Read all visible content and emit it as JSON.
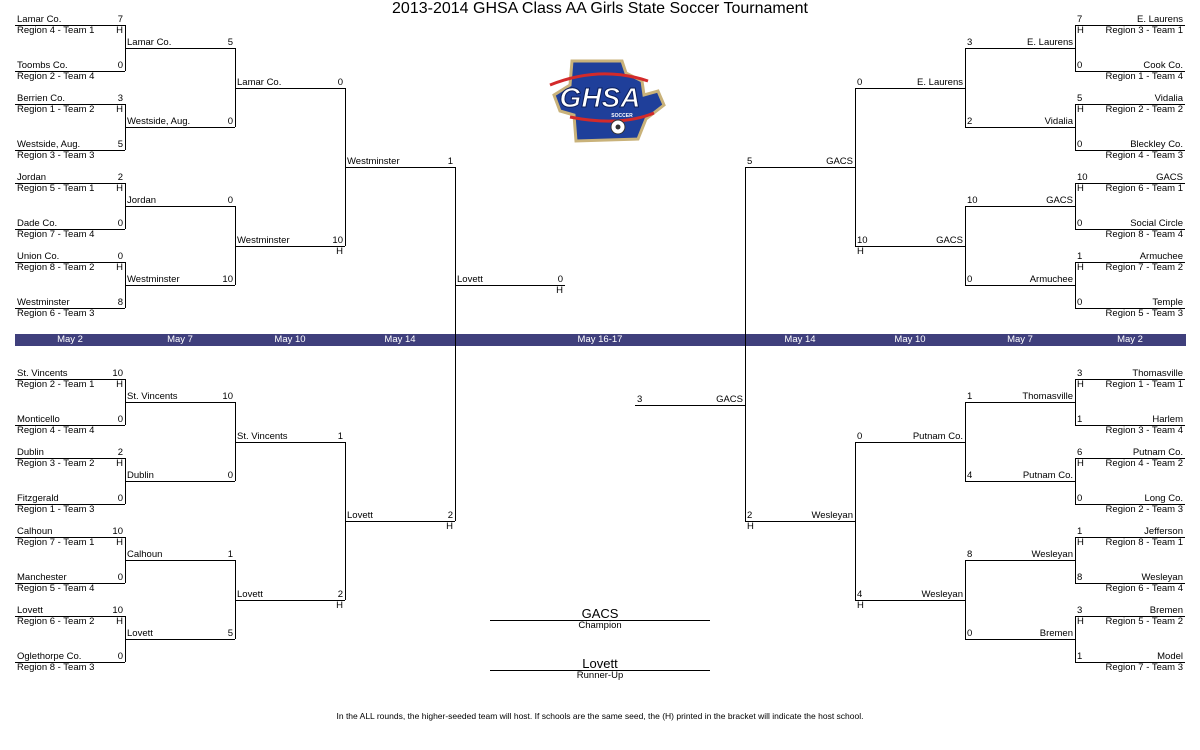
{
  "title": "2013-2014 GHSA Class AA Girls State Soccer Tournament",
  "host_marker": "H",
  "logo_text": "GHSA SOCCER",
  "colors": {
    "band": "#3f3f7c",
    "logo_blue": "#1f3f9a",
    "logo_red": "#d32a2a",
    "logo_gold": "#c9b27a"
  },
  "dates": [
    "May 2",
    "May 7",
    "May 10",
    "May 14",
    "May 16-17",
    "May 14",
    "May 10",
    "May 7",
    "May 2"
  ],
  "brackets": {
    "left_top": {
      "r1": [
        {
          "name": "Lamar Co.",
          "region": "Region 4 - Team 1",
          "score": "7",
          "host": true
        },
        {
          "name": "Toombs Co.",
          "region": "Region 2 - Team 4",
          "score": "0",
          "host": false
        },
        {
          "name": "Berrien Co.",
          "region": "Region 1 - Team 2",
          "score": "3",
          "host": true
        },
        {
          "name": "Westside, Aug.",
          "region": "Region 3 - Team 3",
          "score": "5",
          "host": false
        },
        {
          "name": "Jordan",
          "region": "Region 5 - Team 1",
          "score": "2",
          "host": true
        },
        {
          "name": "Dade Co.",
          "region": "Region 7 - Team 4",
          "score": "0",
          "host": false
        },
        {
          "name": "Union Co.",
          "region": "Region 8 - Team 2",
          "score": "0",
          "host": true
        },
        {
          "name": "Westminster",
          "region": "Region 6 - Team 3",
          "score": "8",
          "host": false
        }
      ],
      "r2": [
        {
          "name": "Lamar Co.",
          "score": "5",
          "host": false
        },
        {
          "name": "Westside, Aug.",
          "score": "0",
          "host": false
        },
        {
          "name": "Jordan",
          "score": "0",
          "host": false
        },
        {
          "name": "Westminster",
          "score": "10",
          "host": false
        }
      ],
      "r3": [
        {
          "name": "Lamar Co.",
          "score": "0",
          "host": false
        },
        {
          "name": "Westminster",
          "score": "10",
          "host": true
        }
      ],
      "r4": [
        {
          "name": "Westminster",
          "score": "1",
          "host": false
        }
      ]
    },
    "left_bottom": {
      "r1": [
        {
          "name": "St. Vincents",
          "region": "Region 2 - Team 1",
          "score": "10",
          "host": true
        },
        {
          "name": "Monticello",
          "region": "Region 4 - Team 4",
          "score": "0",
          "host": false
        },
        {
          "name": "Dublin",
          "region": "Region 3 - Team 2",
          "score": "2",
          "host": true
        },
        {
          "name": "Fitzgerald",
          "region": "Region 1 - Team 3",
          "score": "0",
          "host": false
        },
        {
          "name": "Calhoun",
          "region": "Region 7 - Team 1",
          "score": "10",
          "host": true
        },
        {
          "name": "Manchester",
          "region": "Region 5 - Team 4",
          "score": "0",
          "host": false
        },
        {
          "name": "Lovett",
          "region": "Region 6 - Team 2",
          "score": "10",
          "host": true
        },
        {
          "name": "Oglethorpe Co.",
          "region": "Region 8 - Team 3",
          "score": "0",
          "host": false
        }
      ],
      "r2": [
        {
          "name": "St. Vincents",
          "score": "10",
          "host": false
        },
        {
          "name": "Dublin",
          "score": "0",
          "host": false
        },
        {
          "name": "Calhoun",
          "score": "1",
          "host": false
        },
        {
          "name": "Lovett",
          "score": "5",
          "host": false
        }
      ],
      "r3": [
        {
          "name": "St. Vincents",
          "score": "1",
          "host": false
        },
        {
          "name": "Lovett",
          "score": "2",
          "host": true
        }
      ],
      "r4": [
        {
          "name": "Lovett",
          "score": "2",
          "host": true
        }
      ]
    },
    "right_top": {
      "r1": [
        {
          "name": "E. Laurens",
          "region": "Region 3 - Team 1",
          "score": "7",
          "host": true
        },
        {
          "name": "Cook Co.",
          "region": "Region 1 - Team 4",
          "score": "0",
          "host": false
        },
        {
          "name": "Vidalia",
          "region": "Region 2 - Team 2",
          "score": "5",
          "host": true
        },
        {
          "name": "Bleckley Co.",
          "region": "Region 4 - Team 3",
          "score": "0",
          "host": false
        },
        {
          "name": "GACS",
          "region": "Region 6 - Team 1",
          "score": "10",
          "host": true
        },
        {
          "name": "Social Circle",
          "region": "Region 8 - Team 4",
          "score": "0",
          "host": false
        },
        {
          "name": "Armuchee",
          "region": "Region 7 - Team 2",
          "score": "1",
          "host": true
        },
        {
          "name": "Temple",
          "region": "Region 5 - Team 3",
          "score": "0",
          "host": false
        }
      ],
      "r2": [
        {
          "name": "E. Laurens",
          "score": "3",
          "host": false
        },
        {
          "name": "Vidalia",
          "score": "2",
          "host": false
        },
        {
          "name": "GACS",
          "score": "10",
          "host": false
        },
        {
          "name": "Armuchee",
          "score": "0",
          "host": false
        }
      ],
      "r3": [
        {
          "name": "E. Laurens",
          "score": "0",
          "host": false
        },
        {
          "name": "GACS",
          "score": "10",
          "host": true
        }
      ],
      "r4": [
        {
          "name": "GACS",
          "score": "5",
          "host": false
        }
      ]
    },
    "right_bottom": {
      "r1": [
        {
          "name": "Thomasville",
          "region": "Region 1 - Team 1",
          "score": "3",
          "host": true
        },
        {
          "name": "Harlem",
          "region": "Region 3 - Team 4",
          "score": "1",
          "host": false
        },
        {
          "name": "Putnam Co.",
          "region": "Region 4 - Team 2",
          "score": "6",
          "host": true
        },
        {
          "name": "Long Co.",
          "region": "Region 2 - Team 3",
          "score": "0",
          "host": false
        },
        {
          "name": "Jefferson",
          "region": "Region 8 - Team 1",
          "score": "1",
          "host": true
        },
        {
          "name": "Wesleyan",
          "region": "Region 6 - Team 4",
          "score": "8",
          "host": false
        },
        {
          "name": "Bremen",
          "region": "Region 5 - Team 2",
          "score": "3",
          "host": true
        },
        {
          "name": "Model",
          "region": "Region 7 - Team 3",
          "score": "1",
          "host": false
        }
      ],
      "r2": [
        {
          "name": "Thomasville",
          "score": "1",
          "host": false
        },
        {
          "name": "Putnam Co.",
          "score": "4",
          "host": false
        },
        {
          "name": "Wesleyan",
          "score": "8",
          "host": false
        },
        {
          "name": "Bremen",
          "score": "0",
          "host": false
        }
      ],
      "r3": [
        {
          "name": "Putnam Co.",
          "score": "0",
          "host": false
        },
        {
          "name": "Wesleyan",
          "score": "4",
          "host": true
        }
      ],
      "r4": [
        {
          "name": "Wesleyan",
          "score": "2",
          "host": true
        }
      ]
    }
  },
  "final": {
    "left": {
      "name": "Lovett",
      "score": "0",
      "host": true
    },
    "right": {
      "name": "GACS",
      "score": "3",
      "host": false
    }
  },
  "champion": {
    "name": "GACS",
    "label": "Champion"
  },
  "runner_up": {
    "name": "Lovett",
    "label": "Runner-Up"
  },
  "footer": "In the ALL rounds, the higher-seeded team will host.  If schools are the same seed, the (H) printed in the bracket will indicate the host school."
}
